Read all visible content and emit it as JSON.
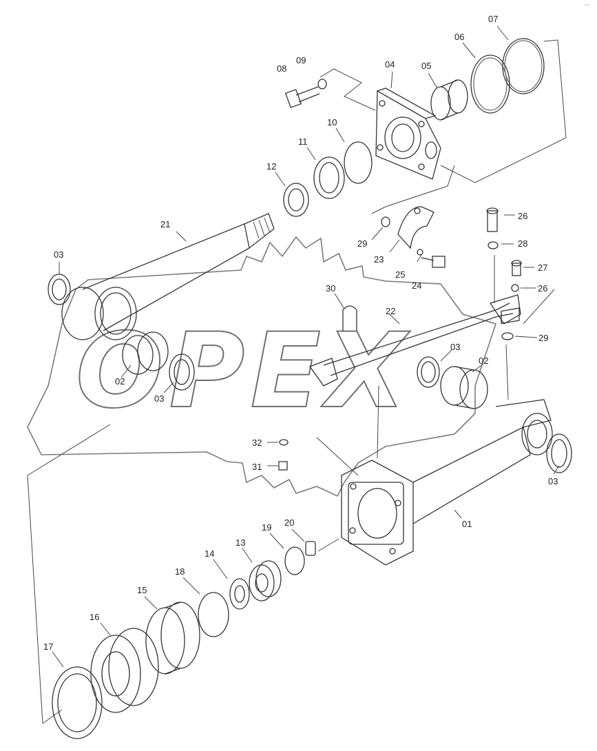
{
  "watermark": {
    "text": "OPEX"
  },
  "corner_mark": "~~",
  "labels": {
    "p01": "01",
    "p02a": "02",
    "p02b": "02",
    "p03a": "03",
    "p03b": "03",
    "p03c": "03",
    "p03d": "03",
    "p04": "04",
    "p05": "05",
    "p06": "06",
    "p07": "07",
    "p08": "08",
    "p09": "09",
    "p10": "10",
    "p11": "11",
    "p12": "12",
    "p13": "13",
    "p14": "14",
    "p15": "15",
    "p16": "16",
    "p17": "17",
    "p18": "18",
    "p19": "19",
    "p20": "20",
    "p21": "21",
    "p22": "22",
    "p23": "23",
    "p24": "24",
    "p25": "25",
    "p26a": "26",
    "p26b": "26",
    "p27": "27",
    "p28": "28",
    "p29a": "29",
    "p29b": "29",
    "p30": "30",
    "p31": "31",
    "p32": "32"
  }
}
